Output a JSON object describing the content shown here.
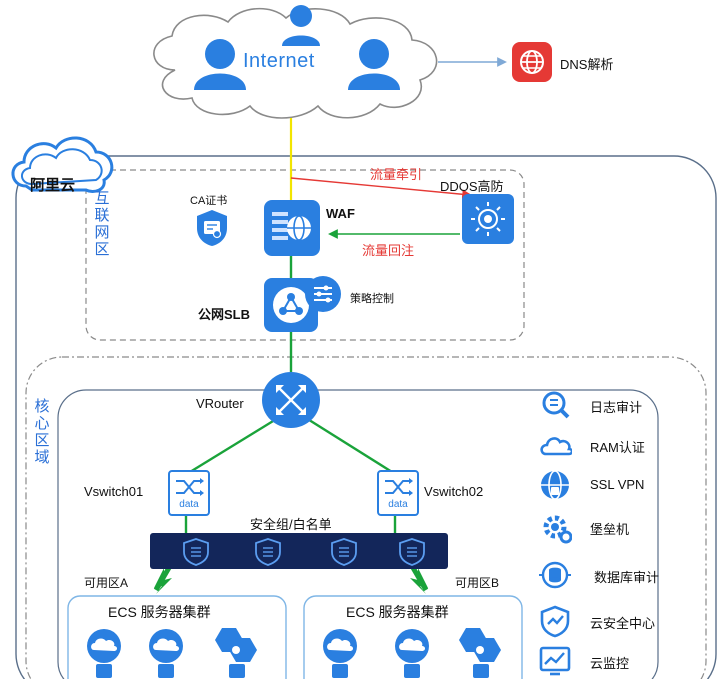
{
  "internet": {
    "label": "Internet"
  },
  "dns": {
    "label": "DNS解析"
  },
  "cloud_badge": {
    "label": "阿里云"
  },
  "zones": {
    "internet_zone": "互联网区",
    "core_zone": "核心区域"
  },
  "nodes": {
    "ca": "CA证书",
    "waf": "WAF",
    "ddos": "DDOS高防",
    "slb": "公网SLB",
    "policy": "策略控制",
    "vrouter": "VRouter",
    "vswitch1": "Vswitch01",
    "vswitch2": "Vswitch02",
    "sg": "安全组/白名单",
    "az_a": "可用区A",
    "az_b": "可用区B",
    "ecs_a": "ECS 服务器集群",
    "ecs_b": "ECS 服务器集群",
    "vs_icon_text": "data"
  },
  "flows": {
    "out": "流量牵引",
    "back": "流量回注"
  },
  "right_services": [
    {
      "label": "日志审计",
      "icon": "search-icon"
    },
    {
      "label": "RAM认证",
      "icon": "cloud-icon"
    },
    {
      "label": "SSL VPN",
      "icon": "globe-icon"
    },
    {
      "label": "堡垒机",
      "icon": "gear-icon"
    },
    {
      "label": "数据库审计",
      "icon": "database-icon"
    },
    {
      "label": "云安全中心",
      "icon": "shield-icon"
    },
    {
      "label": "云监控",
      "icon": "monitor-icon"
    }
  ],
  "colors": {
    "accent": "#2a7fe0",
    "green": "#1aa33a",
    "yellow": "#f2e500",
    "red": "#e53935",
    "dark_bar": "#13265a"
  }
}
